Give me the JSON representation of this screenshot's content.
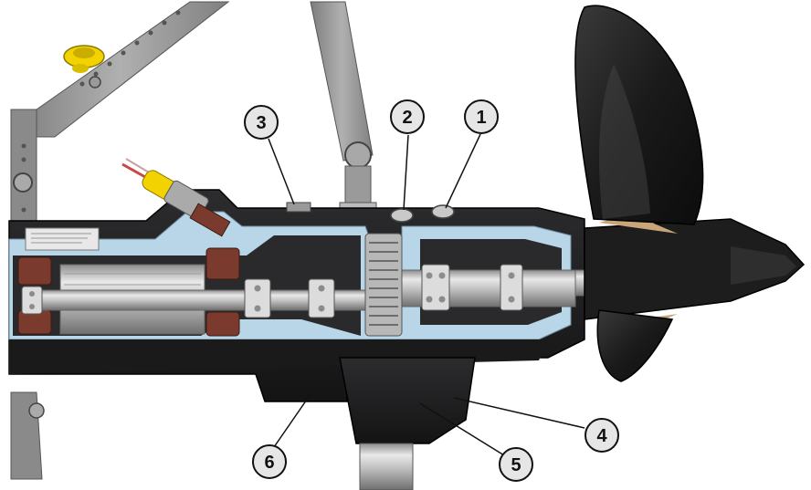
{
  "diagram": {
    "callouts": [
      {
        "label": "1"
      },
      {
        "label": "2"
      },
      {
        "label": "3"
      },
      {
        "label": "4"
      },
      {
        "label": "5"
      },
      {
        "label": "6"
      }
    ],
    "colors": {
      "housing": "#1c1c1e",
      "cut_face": "#b9d6e8",
      "metal": "#c8c8c8",
      "copper": "#7a3b2e",
      "cap": "#f2d200",
      "callout_fill": "#e6e6e6"
    }
  }
}
